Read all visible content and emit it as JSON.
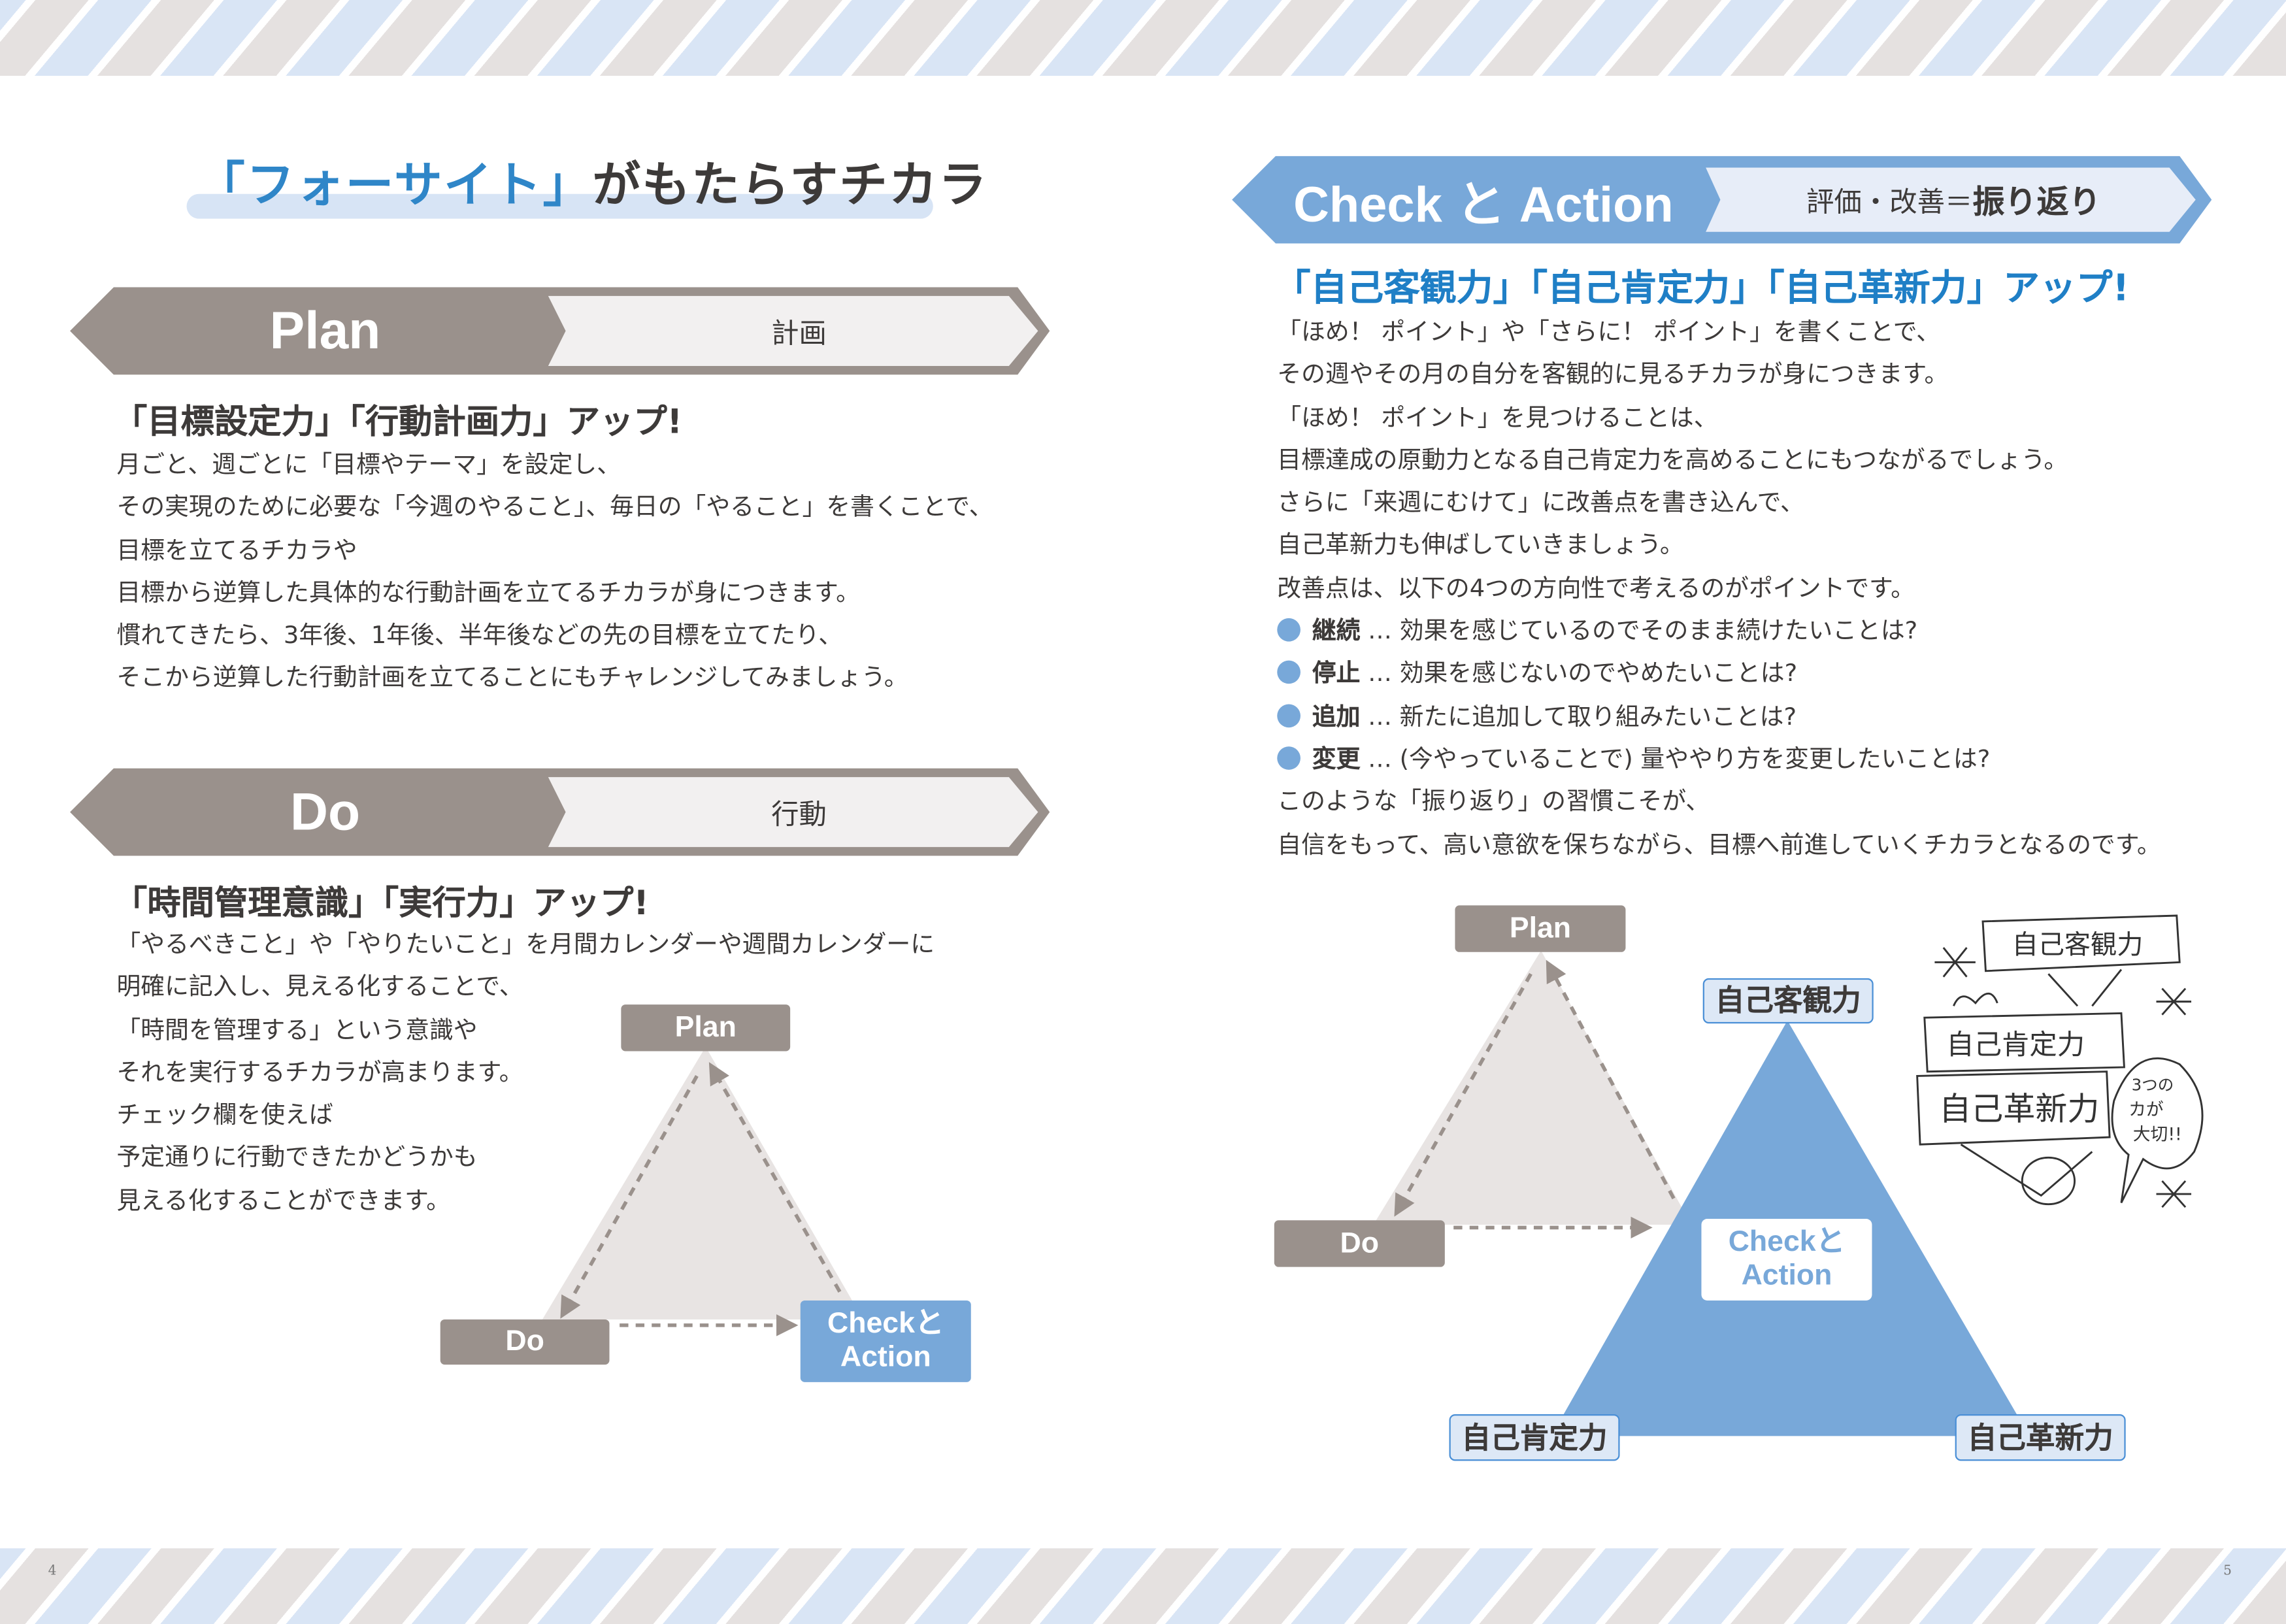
{
  "page_numbers": {
    "left": "4",
    "right": "5"
  },
  "title": {
    "highlight": "「フォーサイト」",
    "rest": "がもたらすチカラ"
  },
  "plan": {
    "banner_main": "Plan",
    "banner_sub": "計画",
    "heading": "「目標設定力」「行動計画力」アップ!",
    "lines": [
      "月ごと、週ごとに「目標やテーマ」を設定し、",
      "その実現のために必要な「今週のやること」、毎日の「やること」を書くことで、",
      "目標を立てるチカラや",
      "目標から逆算した具体的な行動計画を立てるチカラが身につきます。",
      "慣れてきたら、3年後、1年後、半年後などの先の目標を立てたり、",
      "そこから逆算した行動計画を立てることにもチャレンジしてみましょう。"
    ]
  },
  "do": {
    "banner_main": "Do",
    "banner_sub": "行動",
    "heading": "「時間管理意識」「実行力」アップ!",
    "lines": [
      "「やるべきこと」や「やりたいこと」を月間カレンダーや週間カレンダーに",
      "明確に記入し、見える化することで、",
      "「時間を管理する」という意識や",
      "それを実行するチカラが高まります。",
      "チェック欄を使えば",
      "予定通りに行動できたかどうかも",
      "見える化することができます。"
    ]
  },
  "small_diagram": {
    "plan": "Plan",
    "do": "Do",
    "check": "Checkと",
    "action": "Action"
  },
  "check_action": {
    "banner_main": "Check と Action",
    "banner_sub_light": "評価・改善＝",
    "banner_sub_bold": "振り返り",
    "heading": "「自己客観力」「自己肯定力」「自己革新力」アップ!",
    "lines": [
      "「ほめ！ ポイント」や「さらに！ ポイント」を書くことで、",
      "その週やその月の自分を客観的に見るチカラが身につきます。",
      "「ほめ！ ポイント」を見つけることは、",
      "目標達成の原動力となる自己肯定力を高めることにもつながるでしょう。",
      "さらに「来週にむけて」に改善点を書き込んで、",
      "自己革新力も伸ばしていきましょう。",
      "改善点は、以下の4つの方向性で考えるのがポイントです。"
    ],
    "bullets": [
      {
        "term": "継続",
        "text": " … 効果を感じているのでそのまま続けたいことは?"
      },
      {
        "term": "停止",
        "text": " … 効果を感じないのでやめたいことは?"
      },
      {
        "term": "追加",
        "text": " … 新たに追加して取り組みたいことは?"
      },
      {
        "term": "変更",
        "text": " … (今やっていることで) 量ややり方を変更したいことは?"
      }
    ],
    "closing": [
      "このような「振り返り」の習慣こそが、",
      "自信をもって、高い意欲を保ちながら、目標へ前進していくチカラとなるのです。"
    ]
  },
  "big_diagram": {
    "plan": "Plan",
    "do": "Do",
    "check": "Checkと",
    "action": "Action",
    "top": "自己客観力",
    "left": "自己肯定力",
    "right": "自己革新力"
  },
  "illustration": {
    "sign1": "自己客観力",
    "sign2": "自己肯定力",
    "sign3": "自己革新力",
    "bubble": [
      "3つの",
      "カが",
      "大切!!"
    ]
  },
  "colors": {
    "blue": "#78a8d9",
    "heading_blue": "#1f7fc6",
    "gray": "#9a918c",
    "light_blue": "#dde8f6"
  }
}
